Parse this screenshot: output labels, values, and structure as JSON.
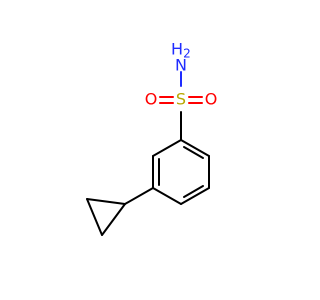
{
  "atoms": {
    "nitrogen": {
      "symbol": "N",
      "hydrogens": "H",
      "hydrogen_count": "2",
      "color": "#1f2cff"
    },
    "sulfur": {
      "symbol": "S",
      "color": "#b8a800"
    },
    "oxygen_left": {
      "symbol": "O",
      "color": "#ff0000"
    },
    "oxygen_right": {
      "symbol": "O",
      "color": "#ff0000"
    }
  }
}
